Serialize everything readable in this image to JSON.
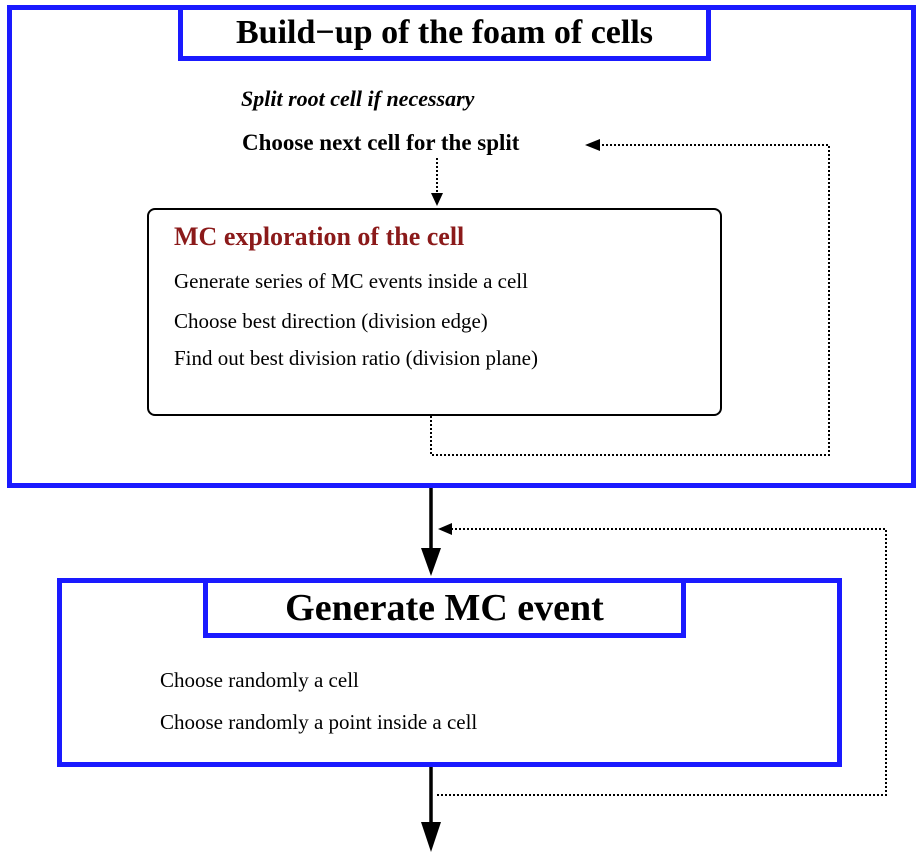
{
  "top_box": {
    "title": "Build−up of the foam of cells",
    "split_root": "Split root cell if necessary",
    "choose_next": "Choose next cell for the split",
    "mc_box": {
      "title": "MC exploration of the cell",
      "lines": [
        "Generate series of MC events inside a cell",
        "Choose best direction (division edge)",
        "Find out best division ratio (division plane)"
      ]
    }
  },
  "bottom_box": {
    "title": "Generate MC event",
    "lines": [
      "Choose randomly a cell",
      "Choose randomly a point inside a cell"
    ]
  },
  "colors": {
    "box_border": "#1a1aff",
    "mc_title": "#8b1a1a"
  }
}
